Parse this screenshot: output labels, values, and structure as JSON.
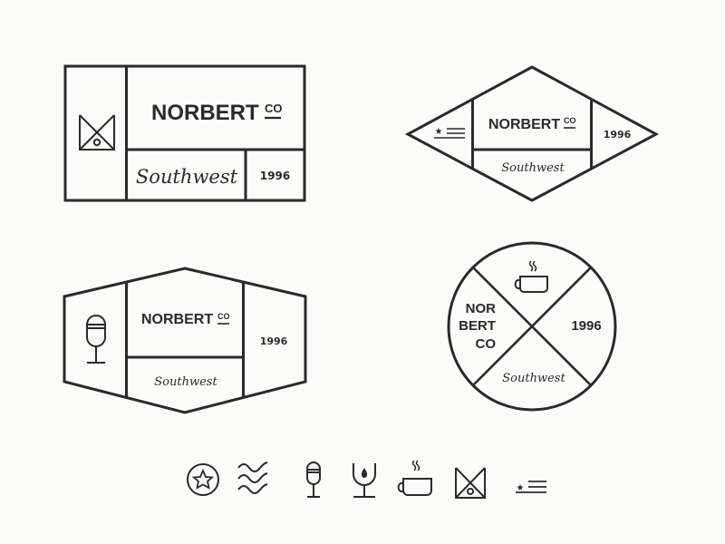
{
  "colors": {
    "background": "#fbfbfa",
    "ink": "#2a2a2a"
  },
  "badges": [
    {
      "shape": "rectangle",
      "icon": "crown-box-icon",
      "name": "NORBERT",
      "suffix": "CO",
      "tagline": "Southwest",
      "year": "1996"
    },
    {
      "shape": "diamond",
      "icon": "star-stripes-icon",
      "name": "NORBERT",
      "suffix": "CO",
      "tagline": "Southwest",
      "year": "1996"
    },
    {
      "shape": "hexagon",
      "icon": "microphone-icon",
      "name": "NORBERT",
      "suffix": "CO",
      "tagline": "Southwest",
      "year": "1996"
    },
    {
      "shape": "circle",
      "icon": "coffee-cup-icon",
      "name_lines": [
        "NOR",
        "BERT",
        "CO"
      ],
      "tagline": "Southwest",
      "year": "1996"
    }
  ],
  "icon_row": [
    "star-circle-icon",
    "waves-icon",
    "microphone-icon",
    "wine-glass-drop-icon",
    "coffee-cup-icon",
    "crown-box-icon",
    "star-stripes-icon"
  ]
}
